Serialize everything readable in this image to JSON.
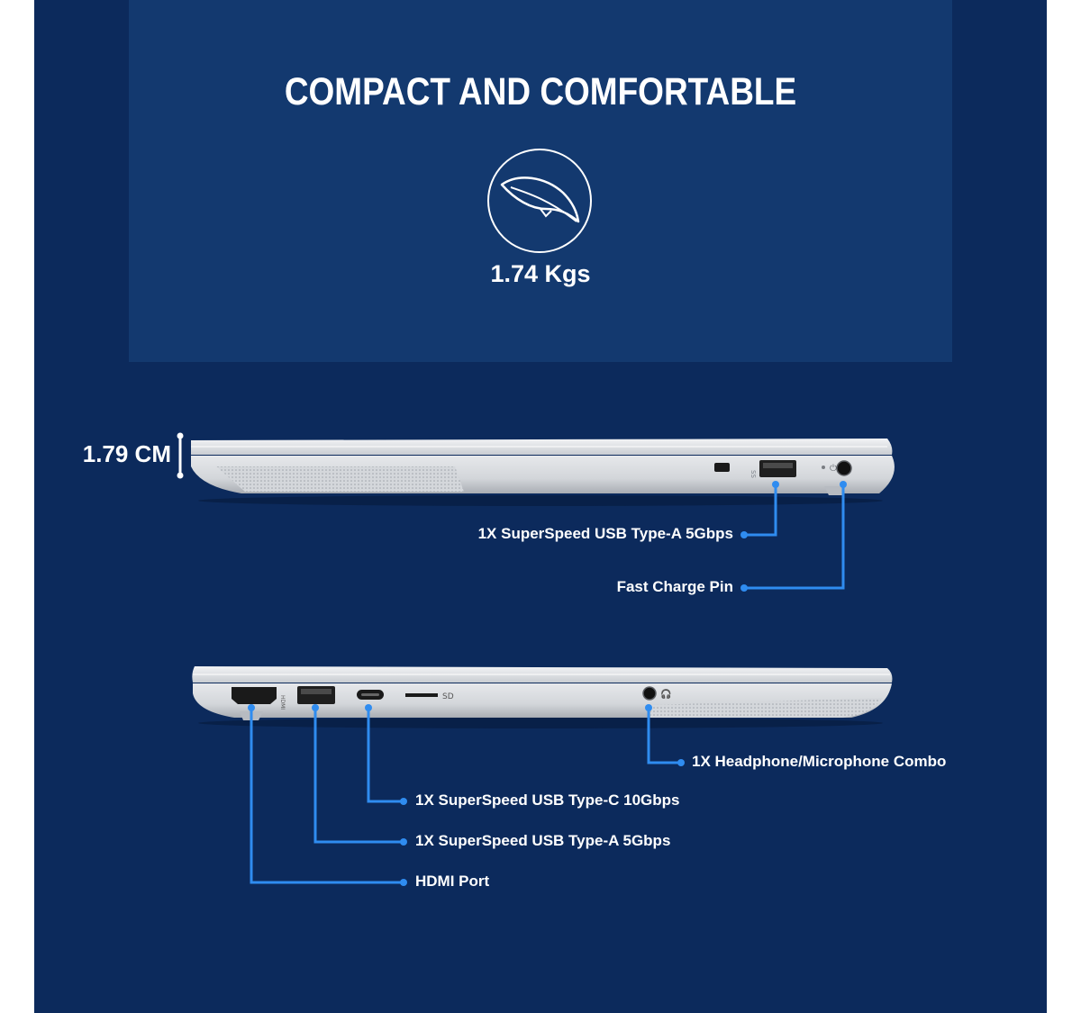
{
  "colors": {
    "outer_bg": "#0c2a5c",
    "hero_panel": "#13396f",
    "accent_line": "#2f8cf0",
    "laptop_silver": "#dcdfe3",
    "text": "#ffffff"
  },
  "hero": {
    "headline": "COMPACT AND COMFORTABLE",
    "icon": "feather-icon",
    "weight": "1.74 Kgs"
  },
  "side_view_right": {
    "thickness": "1.79 CM",
    "callouts": [
      {
        "label": "1X SuperSpeed USB Type-A 5Gbps"
      },
      {
        "label": "Fast Charge Pin"
      }
    ]
  },
  "side_view_left": {
    "port_markings": {
      "hdmi": "HDMI",
      "sd": "SD"
    },
    "callouts": [
      {
        "label": "1X Headphone/Microphone Combo"
      },
      {
        "label": "1X SuperSpeed USB Type-C 10Gbps"
      },
      {
        "label": "1X SuperSpeed USB Type-A 5Gbps"
      },
      {
        "label": "HDMI Port"
      }
    ]
  }
}
